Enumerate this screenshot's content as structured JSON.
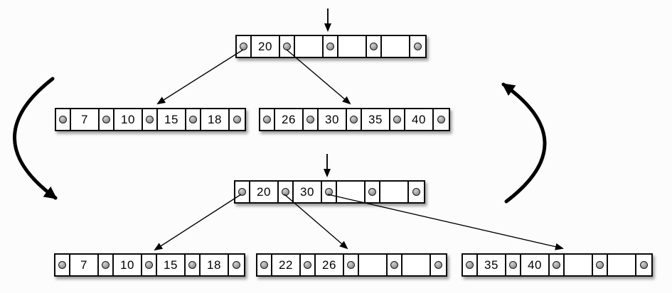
{
  "diagram": {
    "before": {
      "root": {
        "keys": [
          "20",
          "",
          "",
          ""
        ]
      },
      "children": [
        {
          "keys": [
            "7",
            "10",
            "15",
            "18"
          ]
        },
        {
          "keys": [
            "26",
            "30",
            "35",
            "40"
          ]
        }
      ]
    },
    "after": {
      "root": {
        "keys": [
          "20",
          "30",
          "",
          ""
        ]
      },
      "children": [
        {
          "keys": [
            "7",
            "10",
            "15",
            "18"
          ]
        },
        {
          "keys": [
            "22",
            "26",
            "",
            ""
          ]
        },
        {
          "keys": [
            "35",
            "40",
            "",
            ""
          ]
        }
      ]
    },
    "icons": {
      "pointer_slot": "pointer-dot-icon",
      "insertion_marker_top": "down-arrow-icon",
      "insertion_marker_bottom": "down-arrow-icon",
      "transition_left": "curved-arrow-down-icon",
      "transition_right": "curved-arrow-up-icon"
    },
    "colors": {
      "background": "#fcfcfc",
      "node_fill": "#ffffff",
      "node_border": "#0a0a0a",
      "pointer_dot": "#949494",
      "arrow": "#000000"
    }
  }
}
